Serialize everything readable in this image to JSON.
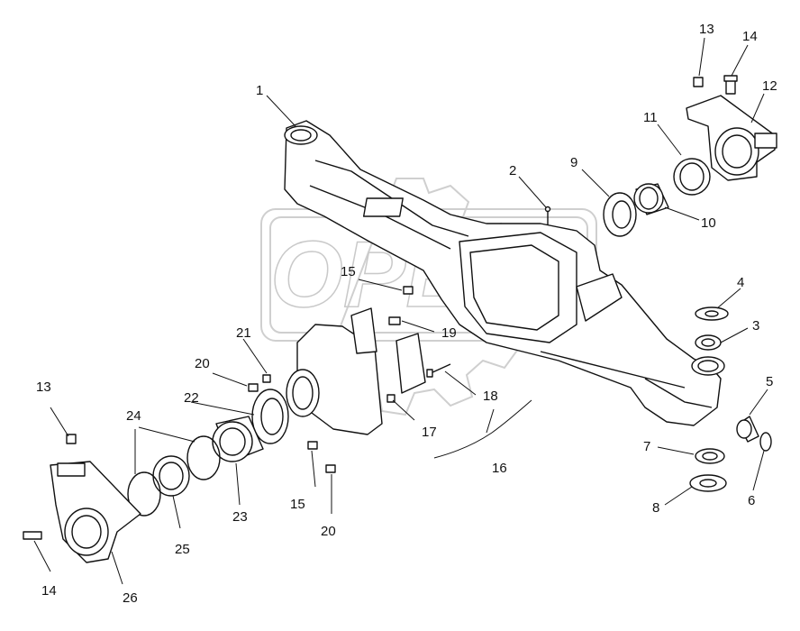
{
  "watermark": {
    "text": "OPEX"
  },
  "callouts": [
    {
      "key": "c1",
      "label": "1"
    },
    {
      "key": "c2",
      "label": "2"
    },
    {
      "key": "c3",
      "label": "3"
    },
    {
      "key": "c4",
      "label": "4"
    },
    {
      "key": "c5",
      "label": "5"
    },
    {
      "key": "c6",
      "label": "6"
    },
    {
      "key": "c7",
      "label": "7"
    },
    {
      "key": "c8",
      "label": "8"
    },
    {
      "key": "c9",
      "label": "9"
    },
    {
      "key": "c10",
      "label": "10"
    },
    {
      "key": "c11",
      "label": "11"
    },
    {
      "key": "c12",
      "label": "12"
    },
    {
      "key": "c13a",
      "label": "13"
    },
    {
      "key": "c14a",
      "label": "14"
    },
    {
      "key": "c13b",
      "label": "13"
    },
    {
      "key": "c14b",
      "label": "14"
    },
    {
      "key": "c15a",
      "label": "15"
    },
    {
      "key": "c15b",
      "label": "15"
    },
    {
      "key": "c16",
      "label": "16"
    },
    {
      "key": "c17",
      "label": "17"
    },
    {
      "key": "c18",
      "label": "18"
    },
    {
      "key": "c19",
      "label": "19"
    },
    {
      "key": "c20a",
      "label": "20"
    },
    {
      "key": "c20b",
      "label": "20"
    },
    {
      "key": "c21",
      "label": "21"
    },
    {
      "key": "c22",
      "label": "22"
    },
    {
      "key": "c23",
      "label": "23"
    },
    {
      "key": "c24",
      "label": "24"
    },
    {
      "key": "c25",
      "label": "25"
    },
    {
      "key": "c26",
      "label": "26"
    }
  ]
}
